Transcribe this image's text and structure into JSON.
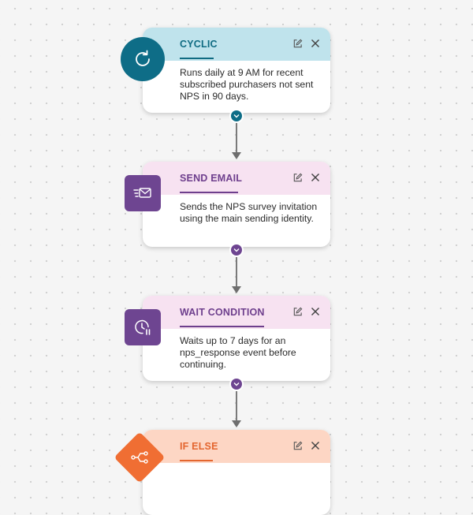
{
  "colors": {
    "cyclic_head": "#bfe3ec",
    "cyclic_title": "#0f6b82",
    "cyclic_icon": "#0e6d87",
    "email_head": "#f7e2f1",
    "email_title": "#6e3f8d",
    "email_icon": "#6e4591",
    "wait_head": "#f7e2f1",
    "wait_title": "#6e3f8d",
    "wait_icon": "#6e4591",
    "ifelse_head": "#fdd6c4",
    "ifelse_title": "#e4662f",
    "ifelse_icon": "#f06e33",
    "edge": "#7a7a7a"
  },
  "nodes": [
    {
      "id": "cyclic",
      "title": "CYCLIC",
      "description": "Runs daily at 9 AM for recent subscribed purchasers not sent NPS in 90 days.",
      "icon": "refresh-icon"
    },
    {
      "id": "send-email",
      "title": "SEND EMAIL",
      "description": "Sends the NPS survey invitation using the main sending identity.",
      "icon": "email-send-icon"
    },
    {
      "id": "wait-condition",
      "title": "WAIT CONDITION",
      "description": "Waits up to 7 days for an nps_response event before continuing.",
      "icon": "clock-pause-icon"
    },
    {
      "id": "if-else",
      "title": "IF ELSE",
      "description": "",
      "icon": "branch-icon"
    }
  ]
}
